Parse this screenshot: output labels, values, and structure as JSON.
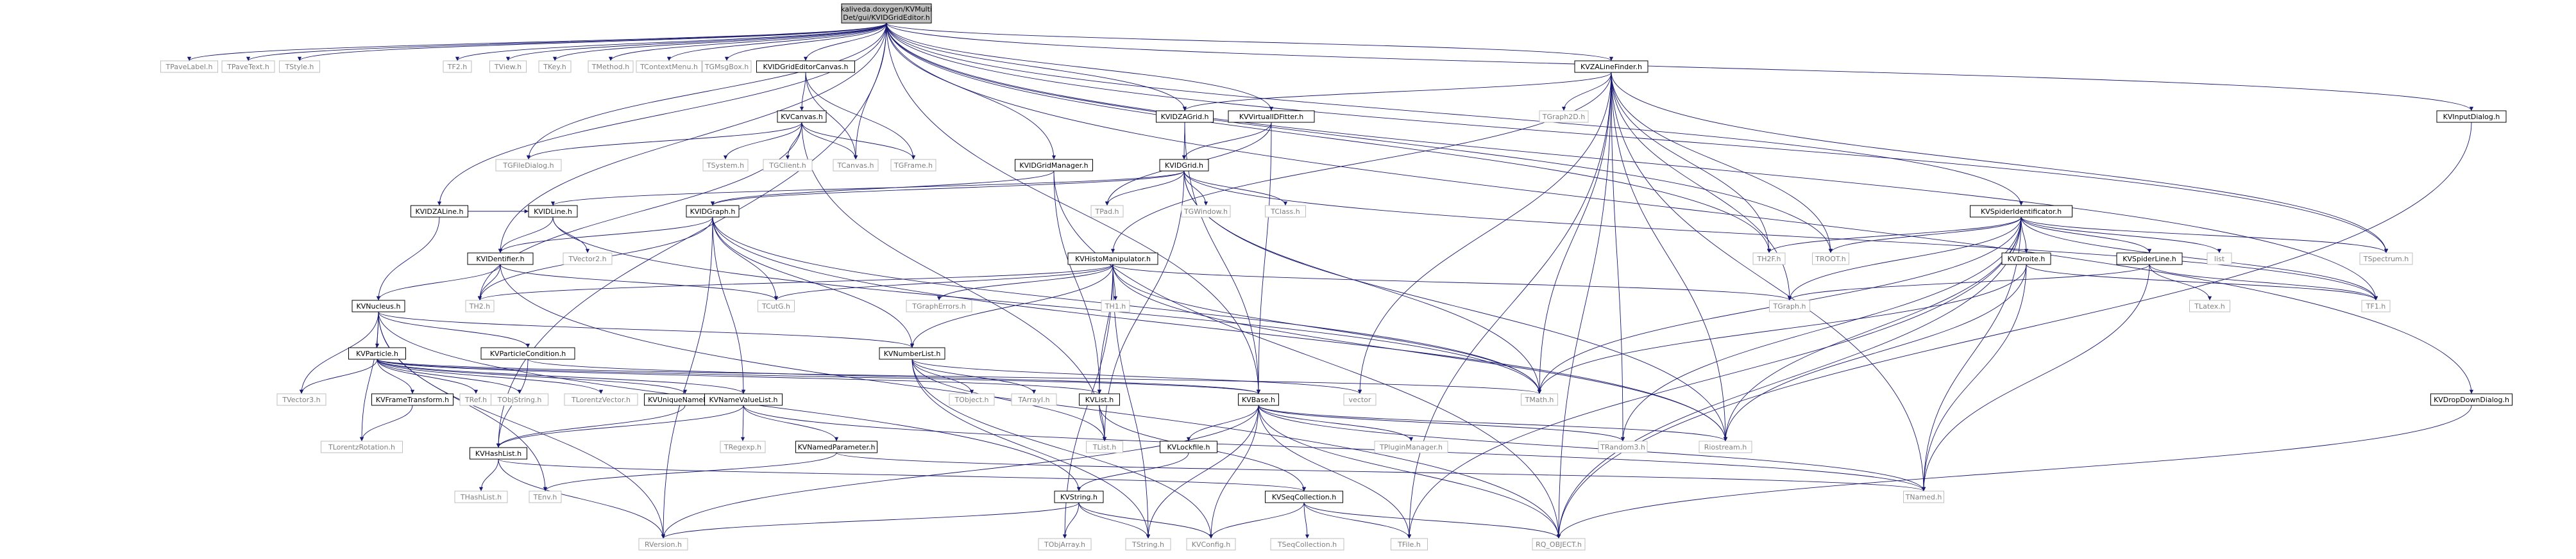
{
  "root": {
    "id": "root",
    "label": [
      "kaliveda.doxygen/KVMulti",
      "Det/gui/KVIDGridEditor.h"
    ]
  },
  "nodes": [
    {
      "id": "TPaveLabel",
      "label": "TPaveLabel.h",
      "leaf": true
    },
    {
      "id": "TPaveText",
      "label": "TPaveText.h",
      "leaf": true
    },
    {
      "id": "TStyle",
      "label": "TStyle.h",
      "leaf": true
    },
    {
      "id": "TF2",
      "label": "TF2.h",
      "leaf": true
    },
    {
      "id": "TView",
      "label": "TView.h",
      "leaf": true
    },
    {
      "id": "TKey",
      "label": "TKey.h",
      "leaf": true
    },
    {
      "id": "TMethod",
      "label": "TMethod.h",
      "leaf": true
    },
    {
      "id": "TContextMenu",
      "label": "TContextMenu.h",
      "leaf": true
    },
    {
      "id": "TGMsgBox",
      "label": "TGMsgBox.h",
      "leaf": true
    },
    {
      "id": "KVIDGridEditorCanvas",
      "label": "KVIDGridEditorCanvas.h",
      "leaf": false
    },
    {
      "id": "KVZALineFinder",
      "label": "KVZALineFinder.h",
      "leaf": false
    },
    {
      "id": "KVInputDialog",
      "label": "KVInputDialog.h",
      "leaf": false
    },
    {
      "id": "KVCanvas",
      "label": "KVCanvas.h",
      "leaf": false
    },
    {
      "id": "KVIDZAGrid",
      "label": "KVIDZAGrid.h",
      "leaf": false
    },
    {
      "id": "KVVirtualIDFitter",
      "label": "KVVirtualIDFitter.h",
      "leaf": false
    },
    {
      "id": "TGraph2D",
      "label": "TGraph2D.h",
      "leaf": true
    },
    {
      "id": "KVIDZALine",
      "label": "KVIDZALine.h",
      "leaf": false
    },
    {
      "id": "TGFileDialog",
      "label": "TGFileDialog.h",
      "leaf": true
    },
    {
      "id": "TSystem",
      "label": "TSystem.h",
      "leaf": true
    },
    {
      "id": "TGClient",
      "label": "TGClient.h",
      "leaf": true
    },
    {
      "id": "TCanvas",
      "label": "TCanvas.h",
      "leaf": true
    },
    {
      "id": "TGFrame",
      "label": "TGFrame.h",
      "leaf": true
    },
    {
      "id": "KVIDGridManager",
      "label": "KVIDGridManager.h",
      "leaf": false
    },
    {
      "id": "KVIDGrid",
      "label": "KVIDGrid.h",
      "leaf": false
    },
    {
      "id": "KVIDLine",
      "label": "KVIDLine.h",
      "leaf": false
    },
    {
      "id": "KVIDGraph",
      "label": "KVIDGraph.h",
      "leaf": false
    },
    {
      "id": "TPad",
      "label": "TPad.h",
      "leaf": true
    },
    {
      "id": "TGWindow",
      "label": "TGWindow.h",
      "leaf": true
    },
    {
      "id": "TClass",
      "label": "TClass.h",
      "leaf": true
    },
    {
      "id": "KVSpiderIdentificator",
      "label": "KVSpiderIdentificator.h",
      "leaf": false
    },
    {
      "id": "KVIDentifier",
      "label": "KVIDentifier.h",
      "leaf": false
    },
    {
      "id": "TVector2",
      "label": "TVector2.h",
      "leaf": true
    },
    {
      "id": "KVHistoManipulator",
      "label": "KVHistoManipulator.h",
      "leaf": false
    },
    {
      "id": "TH2F",
      "label": "TH2F.h",
      "leaf": true
    },
    {
      "id": "TROOT",
      "label": "TROOT.h",
      "leaf": true
    },
    {
      "id": "list",
      "label": "list",
      "leaf": true
    },
    {
      "id": "TSpectrum",
      "label": "TSpectrum.h",
      "leaf": true
    },
    {
      "id": "KVDroite",
      "label": "KVDroite.h",
      "leaf": false
    },
    {
      "id": "KVSpiderLine",
      "label": "KVSpiderLine.h",
      "leaf": false
    },
    {
      "id": "TH2",
      "label": "TH2.h",
      "leaf": true
    },
    {
      "id": "KVNucleus",
      "label": "KVNucleus.h",
      "leaf": false
    },
    {
      "id": "TCutG",
      "label": "TCutG.h",
      "leaf": true
    },
    {
      "id": "TGraphErrors",
      "label": "TGraphErrors.h",
      "leaf": true
    },
    {
      "id": "TH1",
      "label": "TH1.h",
      "leaf": true
    },
    {
      "id": "TGraph",
      "label": "TGraph.h",
      "leaf": true
    },
    {
      "id": "TLatex",
      "label": "TLatex.h",
      "leaf": true
    },
    {
      "id": "TF1",
      "label": "TF1.h",
      "leaf": true
    },
    {
      "id": "KVParticle",
      "label": "KVParticle.h",
      "leaf": false
    },
    {
      "id": "KVParticleCondition",
      "label": "KVParticleCondition.h",
      "leaf": false
    },
    {
      "id": "KVNumberList",
      "label": "KVNumberList.h",
      "leaf": false
    },
    {
      "id": "KVDropDownDialog",
      "label": "KVDropDownDialog.h",
      "leaf": false
    },
    {
      "id": "TVector3",
      "label": "TVector3.h",
      "leaf": true
    },
    {
      "id": "KVFrameTransform",
      "label": "KVFrameTransform.h",
      "leaf": false
    },
    {
      "id": "TRef",
      "label": "TRef.h",
      "leaf": true
    },
    {
      "id": "TObjString",
      "label": "TObjString.h",
      "leaf": true
    },
    {
      "id": "TLorentzVector",
      "label": "TLorentzVector.h",
      "leaf": true
    },
    {
      "id": "KVUniqueNameList",
      "label": "KVUniqueNameList.h",
      "leaf": false
    },
    {
      "id": "KVNameValueList",
      "label": "KVNameValueList.h",
      "leaf": false
    },
    {
      "id": "TObject",
      "label": "TObject.h",
      "leaf": true
    },
    {
      "id": "TArrayI",
      "label": "TArrayI.h",
      "leaf": true
    },
    {
      "id": "KVList",
      "label": "KVList.h",
      "leaf": false
    },
    {
      "id": "vector",
      "label": "vector",
      "leaf": true
    },
    {
      "id": "KVBase",
      "label": "KVBase.h",
      "leaf": false
    },
    {
      "id": "TMath",
      "label": "TMath.h",
      "leaf": true
    },
    {
      "id": "TLorentzRotation",
      "label": "TLorentzRotation.h",
      "leaf": true
    },
    {
      "id": "KVHashList",
      "label": "KVHashList.h",
      "leaf": false
    },
    {
      "id": "TRegexp",
      "label": "TRegexp.h",
      "leaf": true
    },
    {
      "id": "KVNamedParameter",
      "label": "KVNamedParameter.h",
      "leaf": false
    },
    {
      "id": "TList",
      "label": "TList.h",
      "leaf": true
    },
    {
      "id": "KVLockfile",
      "label": "KVLockfile.h",
      "leaf": false
    },
    {
      "id": "TPluginManager",
      "label": "TPluginManager.h",
      "leaf": true
    },
    {
      "id": "TRandom3",
      "label": "TRandom3.h",
      "leaf": true
    },
    {
      "id": "Riostream",
      "label": "Riostream.h",
      "leaf": true
    },
    {
      "id": "THashList",
      "label": "THashList.h",
      "leaf": true
    },
    {
      "id": "TEnv",
      "label": "TEnv.h",
      "leaf": true
    },
    {
      "id": "KVString",
      "label": "KVString.h",
      "leaf": false
    },
    {
      "id": "KVSeqCollection",
      "label": "KVSeqCollection.h",
      "leaf": false
    },
    {
      "id": "TNamed",
      "label": "TNamed.h",
      "leaf": true
    },
    {
      "id": "RVersion",
      "label": "RVersion.h",
      "leaf": true
    },
    {
      "id": "TObjArray",
      "label": "TObjArray.h",
      "leaf": true
    },
    {
      "id": "TString",
      "label": "TString.h",
      "leaf": true
    },
    {
      "id": "KVConfig",
      "label": "KVConfig.h",
      "leaf": true
    },
    {
      "id": "TSeqCollection",
      "label": "TSeqCollection.h",
      "leaf": true
    },
    {
      "id": "TFile",
      "label": "TFile.h",
      "leaf": true
    },
    {
      "id": "RQ_OBJECT",
      "label": "RQ_OBJECT.h",
      "leaf": true
    }
  ],
  "edges": [
    [
      "root",
      "TPaveLabel"
    ],
    [
      "root",
      "TPaveText"
    ],
    [
      "root",
      "TStyle"
    ],
    [
      "root",
      "TF2"
    ],
    [
      "root",
      "TView"
    ],
    [
      "root",
      "TKey"
    ],
    [
      "root",
      "TMethod"
    ],
    [
      "root",
      "TContextMenu"
    ],
    [
      "root",
      "TGMsgBox"
    ],
    [
      "root",
      "KVIDGridEditorCanvas"
    ],
    [
      "root",
      "KVZALineFinder"
    ],
    [
      "root",
      "KVInputDialog"
    ],
    [
      "root",
      "KVIDZALine"
    ],
    [
      "root",
      "TGFileDialog"
    ],
    [
      "root",
      "TCanvas"
    ],
    [
      "root",
      "KVIDGridManager"
    ],
    [
      "root",
      "KVIDZAGrid"
    ],
    [
      "root",
      "KVVirtualIDFitter"
    ],
    [
      "root",
      "KVSpiderIdentificator"
    ],
    [
      "root",
      "KVDropDownDialog"
    ],
    [
      "root",
      "KVIDentifier"
    ],
    [
      "root",
      "KVBase"
    ],
    [
      "root",
      "KVHashList"
    ],
    [
      "root",
      "TH2F"
    ],
    [
      "root",
      "TROOT"
    ],
    [
      "root",
      "TSpectrum"
    ],
    [
      "root",
      "TF1"
    ],
    [
      "KVIDGridEditorCanvas",
      "KVCanvas"
    ],
    [
      "KVIDGridEditorCanvas",
      "TCanvas"
    ],
    [
      "KVIDGridEditorCanvas",
      "TGFrame"
    ],
    [
      "KVCanvas",
      "TGFileDialog"
    ],
    [
      "KVCanvas",
      "TSystem"
    ],
    [
      "KVCanvas",
      "TGClient"
    ],
    [
      "KVCanvas",
      "TCanvas"
    ],
    [
      "KVCanvas",
      "TGFrame"
    ],
    [
      "KVCanvas",
      "TH2"
    ],
    [
      "KVCanvas",
      "TList"
    ],
    [
      "KVZALineFinder",
      "KVIDZAGrid"
    ],
    [
      "KVZALineFinder",
      "TGraph2D"
    ],
    [
      "KVZALineFinder",
      "KVHistoManipulator"
    ],
    [
      "KVZALineFinder",
      "TH2F"
    ],
    [
      "KVZALineFinder",
      "TROOT"
    ],
    [
      "KVZALineFinder",
      "TSpectrum"
    ],
    [
      "KVZALineFinder",
      "TGraph"
    ],
    [
      "KVZALineFinder",
      "vector"
    ],
    [
      "KVZALineFinder",
      "TMath"
    ],
    [
      "KVZALineFinder",
      "TRandom3"
    ],
    [
      "KVZALineFinder",
      "Riostream"
    ],
    [
      "KVZALineFinder",
      "TNamed"
    ],
    [
      "KVZALineFinder",
      "TFile"
    ],
    [
      "KVZALineFinder",
      "RQ_OBJECT"
    ],
    [
      "KVInputDialog",
      "RQ_OBJECT"
    ],
    [
      "KVDropDownDialog",
      "RQ_OBJECT"
    ],
    [
      "KVIDZAGrid",
      "KVIDGrid"
    ],
    [
      "KVIDZAGrid",
      "KVBase"
    ],
    [
      "KVVirtualIDFitter",
      "KVIDGrid"
    ],
    [
      "KVVirtualIDFitter",
      "TPad"
    ],
    [
      "KVVirtualIDFitter",
      "KVBase"
    ],
    [
      "KVIDZALine",
      "KVIDLine"
    ],
    [
      "KVIDZALine",
      "KVNucleus"
    ],
    [
      "KVIDGridManager",
      "KVIDGraph"
    ],
    [
      "KVIDGridManager",
      "KVList"
    ],
    [
      "KVIDGridManager",
      "RQ_OBJECT"
    ],
    [
      "KVIDGrid",
      "KVIDGraph"
    ],
    [
      "KVIDGrid",
      "KVIDLine"
    ],
    [
      "KVIDGrid",
      "TPad"
    ],
    [
      "KVIDGrid",
      "TGWindow"
    ],
    [
      "KVIDGrid",
      "TClass"
    ],
    [
      "KVIDGrid",
      "TF1"
    ],
    [
      "KVIDGrid",
      "TMath"
    ],
    [
      "KVIDGrid",
      "Riostream"
    ],
    [
      "KVIDGrid",
      "TList"
    ],
    [
      "KVIDLine",
      "KVIDentifier"
    ],
    [
      "KVIDLine",
      "TVector2"
    ],
    [
      "KVIDLine",
      "TMath"
    ],
    [
      "KVIDGraph",
      "KVIDentifier"
    ],
    [
      "KVIDGraph",
      "TCutG"
    ],
    [
      "KVIDGraph",
      "TH2"
    ],
    [
      "KVIDGraph",
      "KVNumberList"
    ],
    [
      "KVIDGraph",
      "KVNameValueList"
    ],
    [
      "KVIDGraph",
      "RVersion"
    ],
    [
      "KVIDGraph",
      "TMath"
    ],
    [
      "KVIDGraph",
      "Riostream"
    ],
    [
      "KVIDentifier",
      "KVNucleus"
    ],
    [
      "KVIDentifier",
      "TCutG"
    ],
    [
      "KVIDentifier",
      "RQ_OBJECT"
    ],
    [
      "KVIDentifier",
      "TH2"
    ],
    [
      "KVHistoManipulator",
      "TGraphErrors"
    ],
    [
      "KVHistoManipulator",
      "TH1"
    ],
    [
      "KVHistoManipulator",
      "TH2"
    ],
    [
      "KVHistoManipulator",
      "TCutG"
    ],
    [
      "KVHistoManipulator",
      "KVList"
    ],
    [
      "KVHistoManipulator",
      "KVNumberList"
    ],
    [
      "KVHistoManipulator",
      "TGraph"
    ],
    [
      "KVHistoManipulator",
      "TMath"
    ],
    [
      "KVHistoManipulator",
      "TString"
    ],
    [
      "KVHistoManipulator",
      "TObjArray"
    ],
    [
      "KVHistoManipulator",
      "Riostream"
    ],
    [
      "KVSpiderIdentificator",
      "KVDroite"
    ],
    [
      "KVSpiderIdentificator",
      "KVSpiderLine"
    ],
    [
      "KVSpiderIdentificator",
      "TH2F"
    ],
    [
      "KVSpiderIdentificator",
      "TROOT"
    ],
    [
      "KVSpiderIdentificator",
      "list"
    ],
    [
      "KVSpiderIdentificator",
      "TSpectrum"
    ],
    [
      "KVSpiderIdentificator",
      "TGraph"
    ],
    [
      "KVSpiderIdentificator",
      "TF1"
    ],
    [
      "KVSpiderIdentificator",
      "TMath"
    ],
    [
      "KVSpiderIdentificator",
      "Riostream"
    ],
    [
      "KVSpiderIdentificator",
      "TNamed"
    ],
    [
      "KVSpiderIdentificator",
      "TRandom3"
    ],
    [
      "KVSpiderIdentificator",
      "RQ_OBJECT"
    ],
    [
      "KVSpiderIdentificator",
      "TFile"
    ],
    [
      "KVDroite",
      "TF1"
    ],
    [
      "KVDroite",
      "TMath"
    ],
    [
      "KVDroite",
      "TNamed"
    ],
    [
      "KVDroite",
      "Riostream"
    ],
    [
      "KVSpiderLine",
      "TGraph"
    ],
    [
      "KVSpiderLine",
      "TLatex"
    ],
    [
      "KVSpiderLine",
      "TF1"
    ],
    [
      "KVSpiderLine",
      "TNamed"
    ],
    [
      "KVNucleus",
      "KVParticle"
    ],
    [
      "KVNucleus",
      "KVParticleCondition"
    ],
    [
      "KVNucleus",
      "KVNumberList"
    ],
    [
      "KVNucleus",
      "TVector3"
    ],
    [
      "KVNucleus",
      "TLorentzRotation"
    ],
    [
      "KVNucleus",
      "RVersion"
    ],
    [
      "KVNucleus",
      "KVString"
    ],
    [
      "KVNucleus",
      "TEnv"
    ],
    [
      "KVParticle",
      "TVector3"
    ],
    [
      "KVParticle",
      "KVFrameTransform"
    ],
    [
      "KVParticle",
      "TRef"
    ],
    [
      "KVParticle",
      "TObjString"
    ],
    [
      "KVParticle",
      "TLorentzVector"
    ],
    [
      "KVParticle",
      "KVUniqueNameList"
    ],
    [
      "KVParticle",
      "KVNameValueList"
    ],
    [
      "KVParticle",
      "KVList"
    ],
    [
      "KVParticle",
      "KVBase"
    ],
    [
      "KVParticle",
      "TMath"
    ],
    [
      "KVParticleCondition",
      "KVHashList"
    ],
    [
      "KVParticleCondition",
      "KVBase"
    ],
    [
      "KVFrameTransform",
      "TLorentzRotation"
    ],
    [
      "KVUniqueNameList",
      "KVHashList"
    ],
    [
      "KVNumberList",
      "TObject"
    ],
    [
      "KVNumberList",
      "TArrayI"
    ],
    [
      "KVNumberList",
      "vector"
    ],
    [
      "KVNumberList",
      "TString"
    ],
    [
      "KVNumberList",
      "KVConfig"
    ],
    [
      "KVNumberList",
      "TList"
    ],
    [
      "KVNameValueList",
      "KVHashList"
    ],
    [
      "KVNameValueList",
      "TRegexp"
    ],
    [
      "KVNameValueList",
      "KVNamedParameter"
    ],
    [
      "KVNameValueList",
      "TNamed"
    ],
    [
      "KVNamedParameter",
      "TNamed"
    ],
    [
      "KVNamedParameter",
      "TEnv"
    ],
    [
      "KVList",
      "KVSeqCollection"
    ],
    [
      "KVList",
      "TList"
    ],
    [
      "KVHashList",
      "THashList"
    ],
    [
      "KVHashList",
      "KVSeqCollection"
    ],
    [
      "KVHashList",
      "RVersion"
    ],
    [
      "KVBase",
      "KVLockfile"
    ],
    [
      "KVBase",
      "TPluginManager"
    ],
    [
      "KVBase",
      "TRandom3"
    ],
    [
      "KVBase",
      "Riostream"
    ],
    [
      "KVBase",
      "TNamed"
    ],
    [
      "KVBase",
      "RVersion"
    ],
    [
      "KVBase",
      "TString"
    ],
    [
      "KVBase",
      "KVConfig"
    ],
    [
      "KVBase",
      "TFile"
    ],
    [
      "KVBase",
      "RQ_OBJECT"
    ],
    [
      "KVLockfile",
      "KVString"
    ],
    [
      "KVString",
      "TObjArray"
    ],
    [
      "KVString",
      "TString"
    ],
    [
      "KVString",
      "KVConfig"
    ],
    [
      "KVString",
      "RVersion"
    ],
    [
      "KVSeqCollection",
      "KVConfig"
    ],
    [
      "KVSeqCollection",
      "TSeqCollection"
    ],
    [
      "KVSeqCollection",
      "TFile"
    ],
    [
      "KVSeqCollection",
      "RQ_OBJECT"
    ]
  ],
  "colors": {
    "edge": "#191970",
    "node_border": "#000000",
    "leaf_border": "#bfbfbf",
    "leaf_text": "#7f7f7f",
    "root_fill": "#bfbfbf",
    "text": "#000000"
  }
}
